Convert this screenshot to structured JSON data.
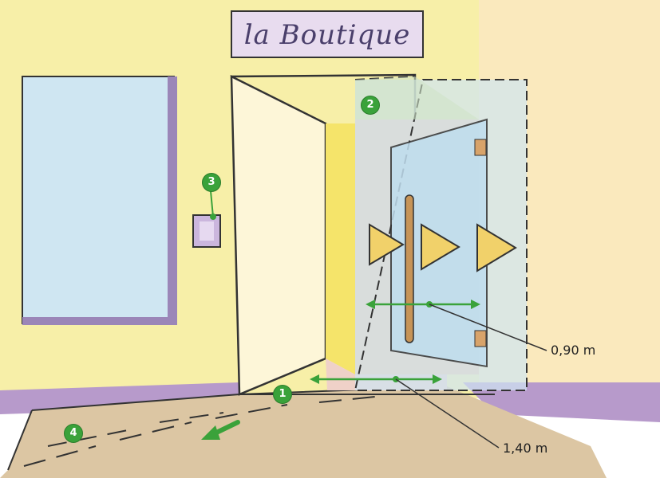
{
  "sign": {
    "text": "la Boutique"
  },
  "callouts": [
    {
      "id": "1",
      "label": "1"
    },
    {
      "id": "2",
      "label": "2"
    },
    {
      "id": "3",
      "label": "3"
    },
    {
      "id": "4",
      "label": "4"
    }
  ],
  "measurements": {
    "door_width": "0,90 m",
    "entry_width": "1,40 m"
  },
  "colors": {
    "callout_green": "#3aa23a",
    "wall": "#f7efa8",
    "floor": "#d9c3a1",
    "purple_base": "#b79acb",
    "glass": "#cfe6f2",
    "arrow_yellow": "#f1d16a"
  }
}
